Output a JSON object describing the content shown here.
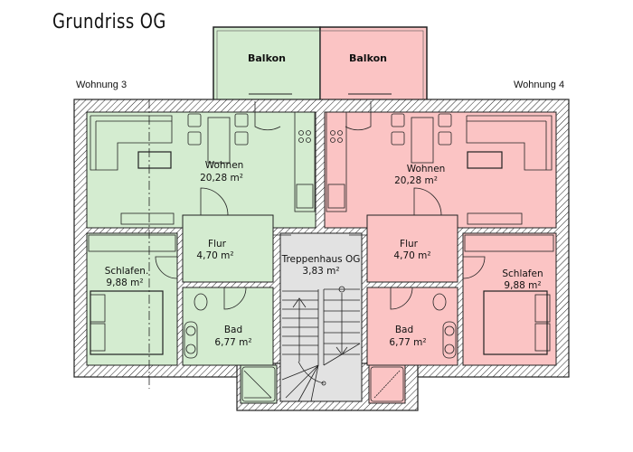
{
  "title": "Grundriss OG",
  "colors": {
    "wohnung3": "#d4ecd0",
    "wohnung4": "#fbc4c4",
    "stair": "#e2e2e2",
    "wall": "#222222"
  },
  "units": [
    {
      "label": "Wohnung 3",
      "color": "#d4ecd0",
      "rooms": [
        {
          "name": "Balkon",
          "area": ""
        },
        {
          "name": "Wohnen",
          "area": "20,28 m²"
        },
        {
          "name": "Flur",
          "area": "4,70 m²"
        },
        {
          "name": "Schlafen.",
          "area": "9,88 m²"
        },
        {
          "name": "Bad",
          "area": "6,77 m²"
        }
      ]
    },
    {
      "label": "Wohnung 4",
      "color": "#fbc4c4",
      "rooms": [
        {
          "name": "Balkon",
          "area": ""
        },
        {
          "name": "Wohnen",
          "area": "20,28 m²"
        },
        {
          "name": "Flur",
          "area": "4,70 m²"
        },
        {
          "name": "Schlafen",
          "area": "9,88 m²"
        },
        {
          "name": "Bad",
          "area": "6,77 m²"
        }
      ]
    }
  ],
  "stairwell": {
    "name": "Treppenhaus OG",
    "area": "3,83 m²"
  }
}
